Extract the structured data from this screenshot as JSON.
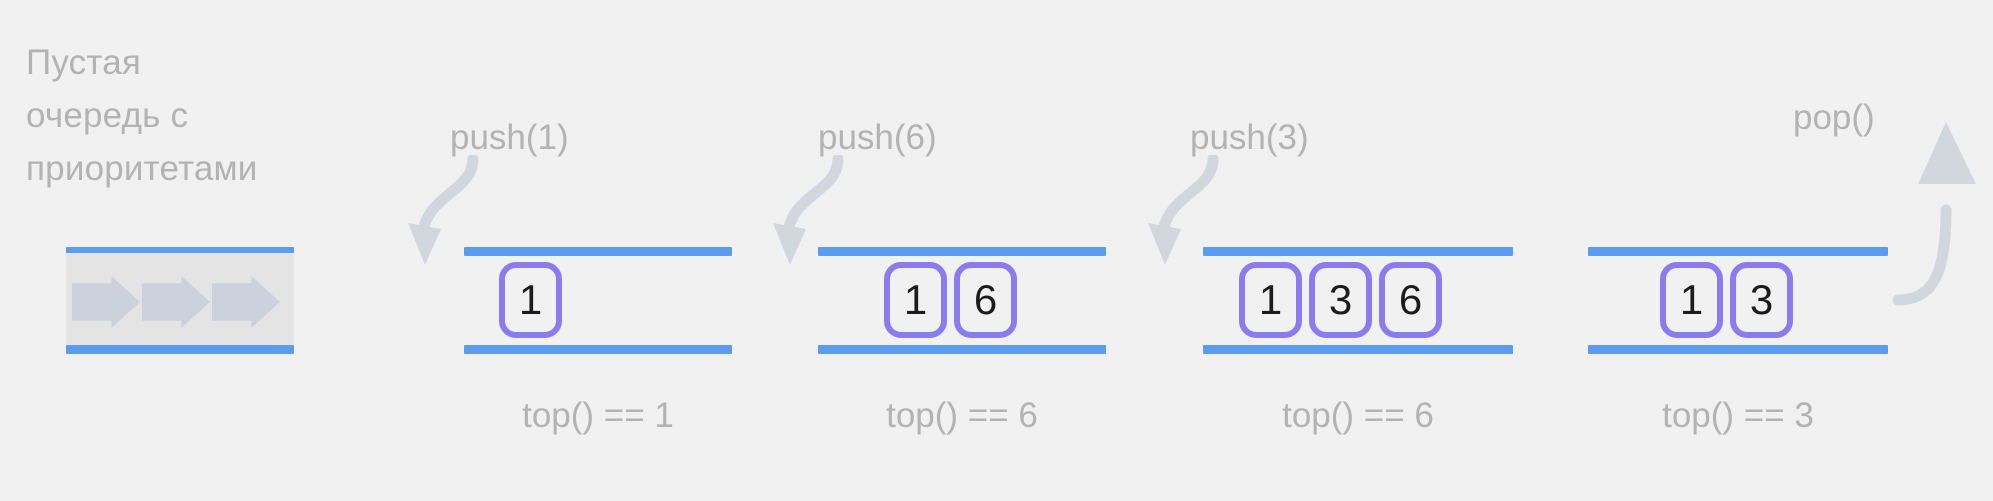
{
  "intro": {
    "text": "Пустая\nочередь с\nприоритетами"
  },
  "colors": {
    "background": "#f1f1f1",
    "rail": "#5b9bf0",
    "cell_border": "#8c7bee",
    "label_gray": "#b3b3b3",
    "arrow_gray": "#d2d7de",
    "empty_body": "#e4e4e4",
    "empty_chevron": "#ccd2dc",
    "digit": "#1c1c1c"
  },
  "empty_queue": {
    "name": "empty-priority-queue",
    "chevron_count": 3
  },
  "stages": [
    {
      "id": "stage-1",
      "operation": "push(1)",
      "operation_kind": "push",
      "cells": [
        "1"
      ],
      "caption": "top() == 1"
    },
    {
      "id": "stage-2",
      "operation": "push(6)",
      "operation_kind": "push",
      "cells": [
        "1",
        "6"
      ],
      "caption": "top() == 6"
    },
    {
      "id": "stage-3",
      "operation": "push(3)",
      "operation_kind": "push",
      "cells": [
        "1",
        "3",
        "6"
      ],
      "caption": "top() == 6"
    },
    {
      "id": "stage-4",
      "operation": "pop()",
      "operation_kind": "pop",
      "cells": [
        "1",
        "3"
      ],
      "caption": "top() == 3"
    }
  ]
}
